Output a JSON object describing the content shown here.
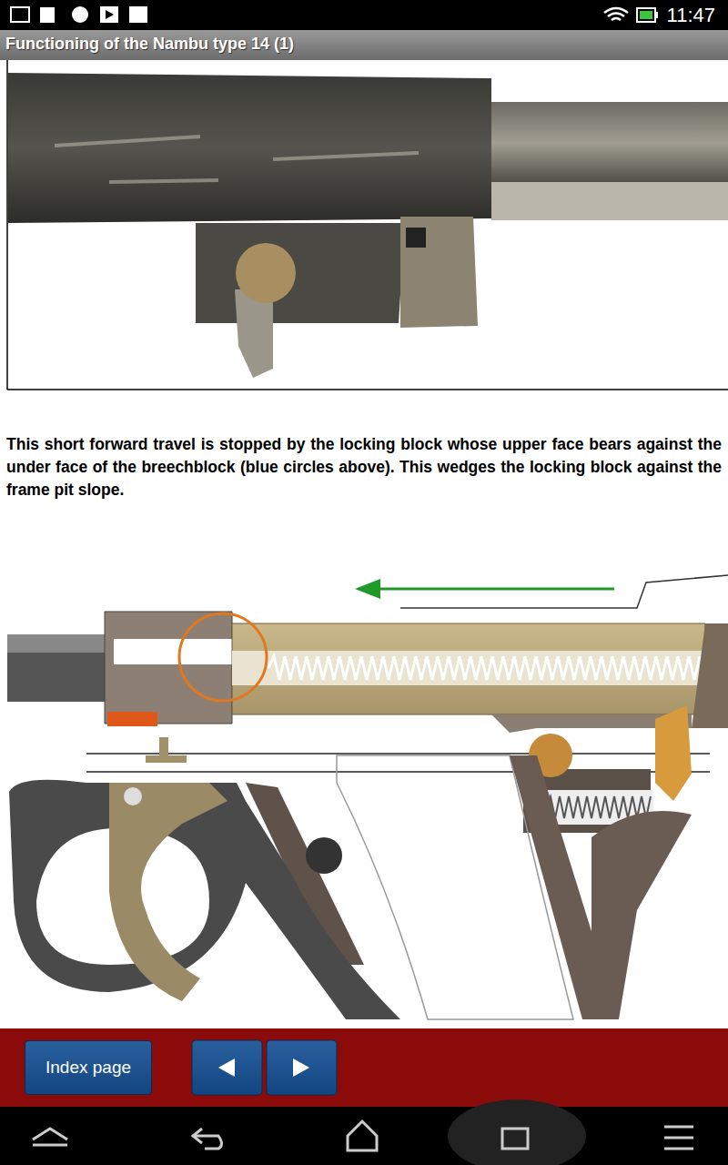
{
  "diagram": {
    "title": "Functioning of the Nambu type 14 (1)",
    "nodes": [
      {
        "text": [
          "Index page"
        ]
      }
    ],
    "labels": [
      "11:47",
      "This short forward travel is stopped by the locking block whose upper face bears against the under face of the breechblock (blue circles above). This wedges the locking block against the frame pit slope."
    ]
  }
}
